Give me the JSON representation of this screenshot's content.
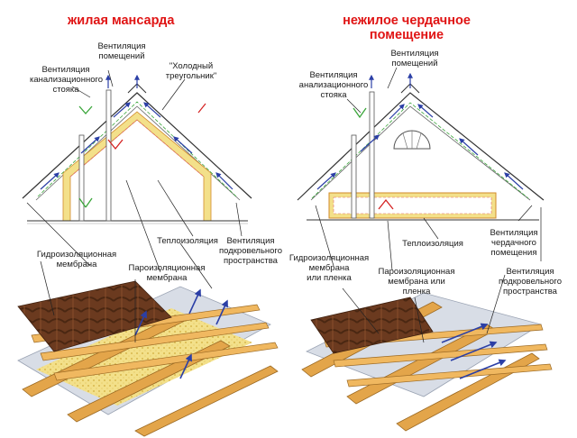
{
  "left_panel": {
    "title": "жилая мансарда",
    "labels": {
      "vent_riser_line1": "Вентиляция",
      "vent_riser_line2": "канализационного",
      "vent_riser_line3": "стояка",
      "vent_rooms_line1": "Вентиляция",
      "vent_rooms_line2": "помещений",
      "cold_triangle_line1": "\"Холодный",
      "cold_triangle_line2": "треугольник\"",
      "insulation": "Теплоизоляция",
      "vapor_line1": "Пароизоляционная",
      "vapor_line2": "мембрана",
      "water_line1": "Гидроизоляционная",
      "water_line2": "мембрана",
      "subroof_line1": "Вентиляция",
      "subroof_line2": "подкровельного",
      "subroof_line3": "пространства"
    }
  },
  "right_panel": {
    "title_line1": "нежилое чердачное",
    "title_line2": "помещение",
    "labels": {
      "vent_riser_line1": "Вентиляция",
      "vent_riser_line2": "анализационного",
      "vent_riser_line3": "стояка",
      "vent_rooms_line1": "Вентиляция",
      "vent_rooms_line2": "помещений",
      "insulation": "Теплоизоляция",
      "water_line1": "Гидроизоляционная",
      "water_line2": "мембрана",
      "water_line3": "или пленка",
      "vapor_line1": "Пароизоляционная",
      "vapor_line2": "мембрана или",
      "vapor_line3": "пленка",
      "attic_line1": "Вентиляция",
      "attic_line2": "чердачного",
      "attic_line3": "помещения",
      "subroof_line1": "Вентиляция",
      "subroof_line2": "подкровельного",
      "subroof_line3": "пространства"
    }
  },
  "colors": {
    "title": "#e01414",
    "arrow_blue": "#2b3fa6",
    "arrow_green": "#3aa63a",
    "arrow_red": "#d42020",
    "insulation": "#f3e08a",
    "batten": "#e3a54a",
    "tile": "#6b3a1f",
    "membrane": "#d8dde6"
  },
  "icons": [
    "up-arrow-icon",
    "vent-arrow-icon"
  ]
}
